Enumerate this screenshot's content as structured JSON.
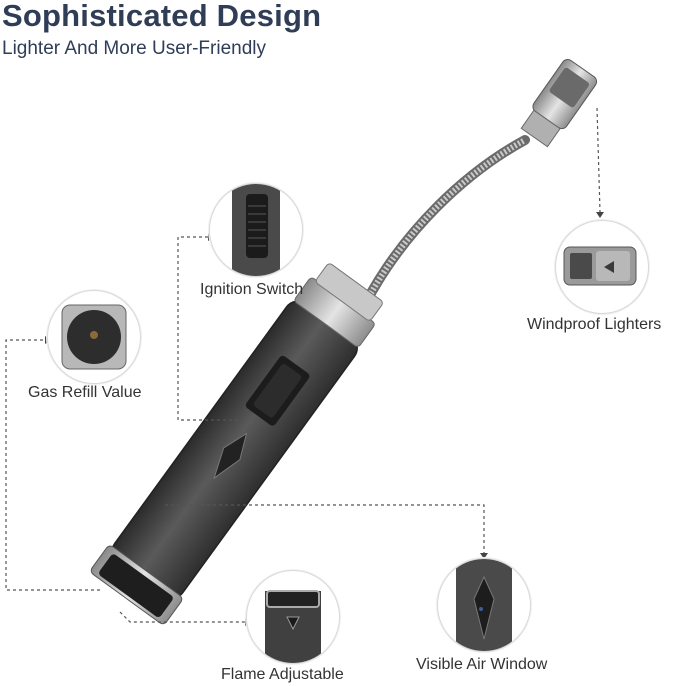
{
  "header": {
    "title": "Sophisticated Design",
    "subtitle": "Lighter And More User-Friendly"
  },
  "callouts": [
    {
      "id": "ignition",
      "label": "Ignition Switch"
    },
    {
      "id": "windproof",
      "label": "Windproof Lighters"
    },
    {
      "id": "gas",
      "label": "Gas Refill Value"
    },
    {
      "id": "flame",
      "label": "Flame Adjustable"
    },
    {
      "id": "air",
      "label": "Visible Air Window"
    }
  ],
  "colors": {
    "title": "#2f3d57",
    "body_dark": "#3c3c3c",
    "metal": "#a9a9a9",
    "leader_line": "#555555"
  }
}
